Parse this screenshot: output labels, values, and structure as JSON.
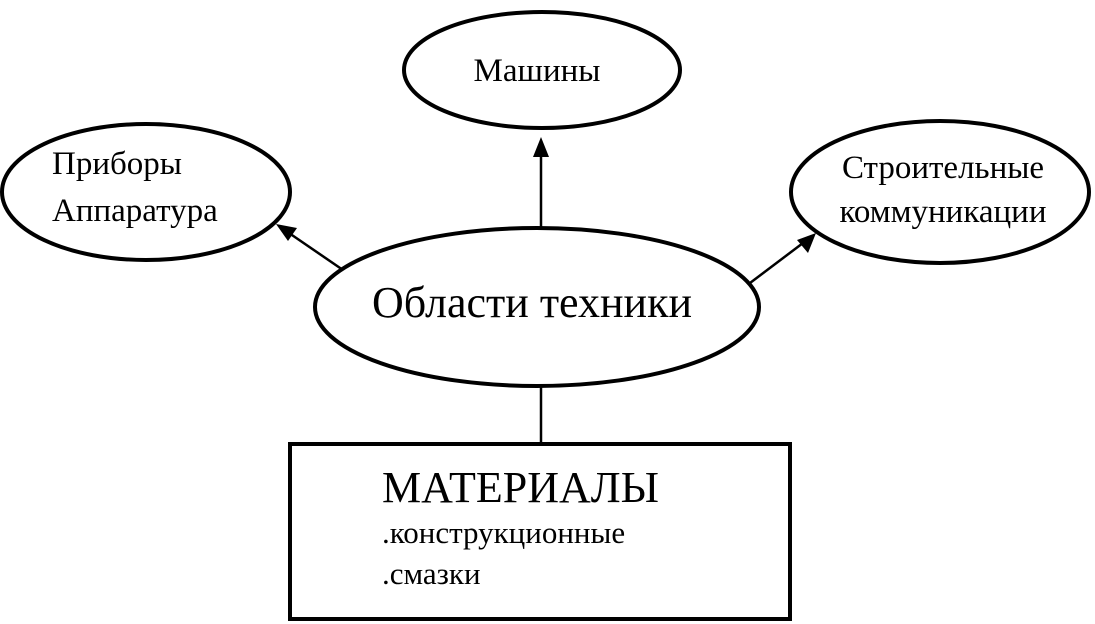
{
  "diagram": {
    "center": "Области техники",
    "top": "Машины",
    "left": {
      "line1": "Приборы",
      "line2": "Аппаратура"
    },
    "right": {
      "line1": "Строительные",
      "line2": "коммуникации"
    },
    "materials": {
      "title": "МАТЕРИАЛЫ",
      "items": [
        ".конструкционные",
        ".смазки"
      ]
    }
  },
  "colors": {
    "stroke": "#000000",
    "background": "#ffffff"
  }
}
